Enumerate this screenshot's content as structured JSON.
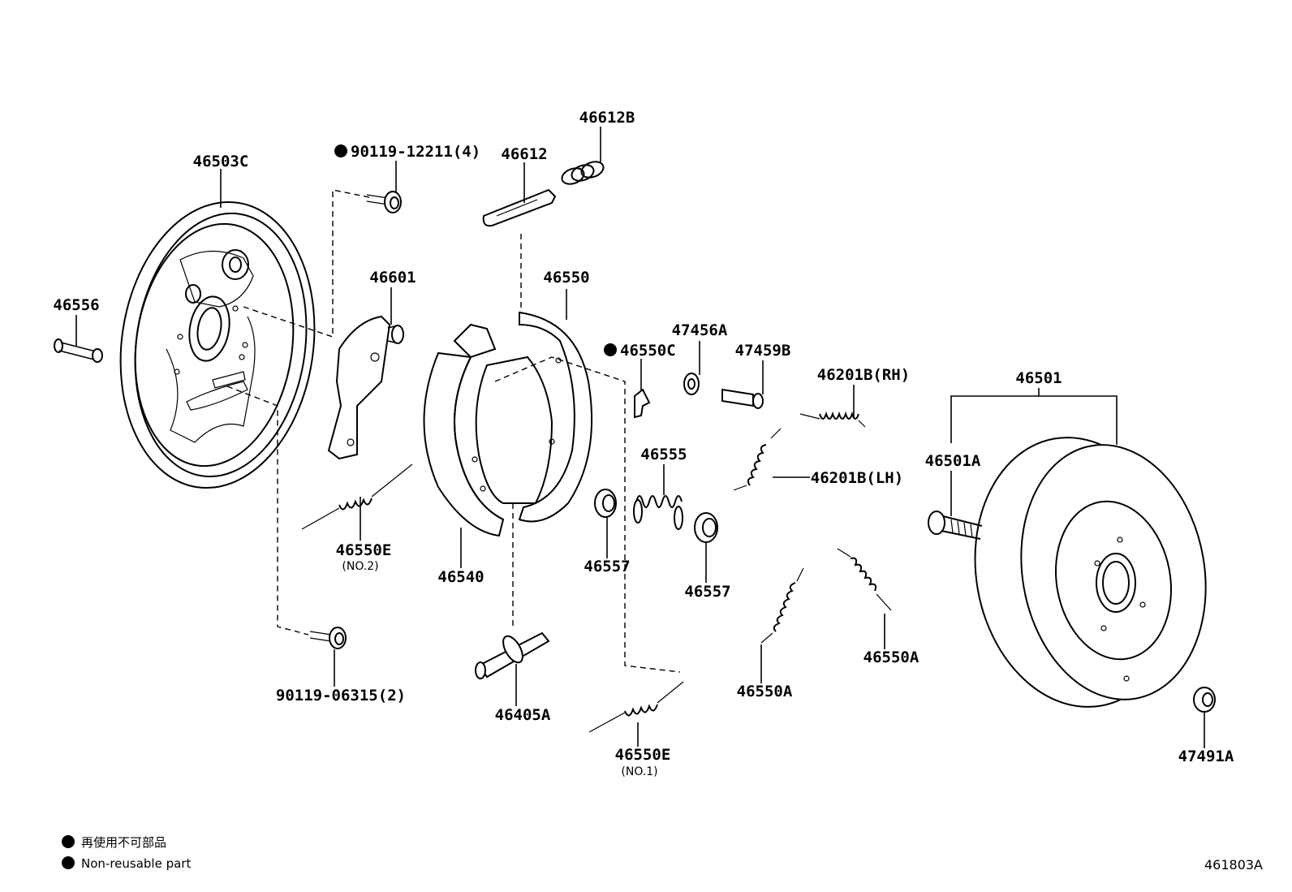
{
  "parts": [
    {
      "id": "46503C",
      "label": "46503C"
    },
    {
      "id": "90119-12211",
      "label": "90119-12211(4)",
      "non_reusable": true
    },
    {
      "id": "46612",
      "label": "46612"
    },
    {
      "id": "46612B",
      "label": "46612B"
    },
    {
      "id": "46556",
      "label": "46556"
    },
    {
      "id": "46601",
      "label": "46601"
    },
    {
      "id": "46550",
      "label": "46550"
    },
    {
      "id": "46550C",
      "label": "46550C",
      "non_reusable": true
    },
    {
      "id": "47456A",
      "label": "47456A"
    },
    {
      "id": "47459B",
      "label": "47459B"
    },
    {
      "id": "46201B-RH",
      "label": "46201B(RH)"
    },
    {
      "id": "46501",
      "label": "46501"
    },
    {
      "id": "46555",
      "label": "46555"
    },
    {
      "id": "46201B-LH",
      "label": "46201B(LH)"
    },
    {
      "id": "46501A",
      "label": "46501A"
    },
    {
      "id": "46550E-no2",
      "label": "46550E",
      "note": "(NO.2)"
    },
    {
      "id": "46540",
      "label": "46540"
    },
    {
      "id": "46557-a",
      "label": "46557"
    },
    {
      "id": "46557-b",
      "label": "46557"
    },
    {
      "id": "46550A-a",
      "label": "46550A"
    },
    {
      "id": "46550A-b",
      "label": "46550A"
    },
    {
      "id": "90119-06315",
      "label": "90119-06315(2)"
    },
    {
      "id": "46405A",
      "label": "46405A"
    },
    {
      "id": "46550E-no1",
      "label": "46550E",
      "note": "(NO.1)"
    },
    {
      "id": "47491A",
      "label": "47491A"
    }
  ],
  "legend": {
    "items": [
      {
        "symbol": "filled-circle",
        "text": "再使用不可部品"
      },
      {
        "symbol": "filled-circle",
        "text": "Non-reusable part"
      }
    ]
  },
  "figure_ref": "461803A"
}
